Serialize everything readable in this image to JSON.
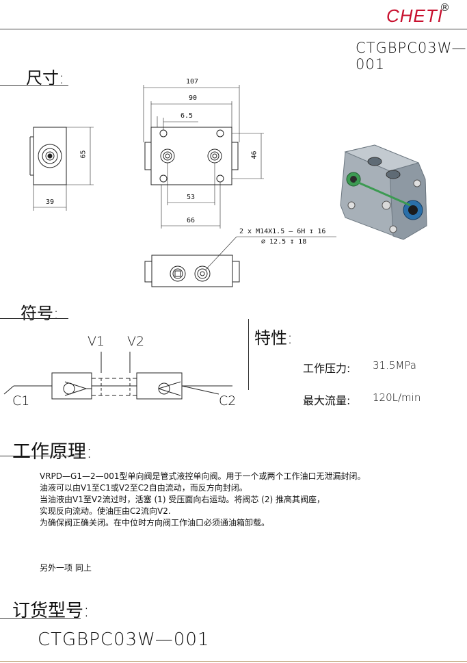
{
  "header": {
    "brand": "CHETI",
    "registered": "®",
    "model": "CTGBPC03W—001"
  },
  "sections": {
    "dimensions": "尺寸:",
    "symbol": "符号:",
    "features": "特性:",
    "principle": "工作原理:",
    "order": "订货型号:"
  },
  "dimensions": {
    "d107": "107",
    "d90": "90",
    "d6_5": "6.5",
    "d65": "65",
    "d46": "46",
    "d39": "39",
    "d53": "53",
    "d66": "66",
    "thread_note_1": "2 x  M14X1.5 — 6H ↧ 16",
    "thread_note_2": "∅ 12.5 ↧ 18"
  },
  "symbol": {
    "v1": "V1",
    "v2": "V2",
    "c1": "C1",
    "c2": "C2"
  },
  "features": {
    "pressure_label": "工作压力:",
    "pressure_value": "31.5MPa",
    "flow_label": "最大流量:",
    "flow_value": "120L/min"
  },
  "principle": {
    "lines": [
      "VRPD—G1—2—001型单向阀是管式液控单向阀。用于一个或两个工作油口无泄漏封闭。",
      "油液可以由V1至C1或V2至C2自由流动，而反方向封闭。",
      "当油液由V1至V2流过时，活塞 (1) 受压面向右运动。将阀芯 (2) 推高其阀座，",
      "实现反向流动。使油压由C2流向V2.",
      "为确保阀正确关闭。在中位时方向阀工作油口必须通油箱卸载。"
    ],
    "note": "另外一项 同上"
  },
  "order": {
    "model": "CTGBPC03W—001"
  },
  "colors": {
    "brand": "#c8102e",
    "render_body": "#9aa4ad",
    "fitting_green": "#3c9a52",
    "fitting_blue": "#2a6fa8"
  }
}
